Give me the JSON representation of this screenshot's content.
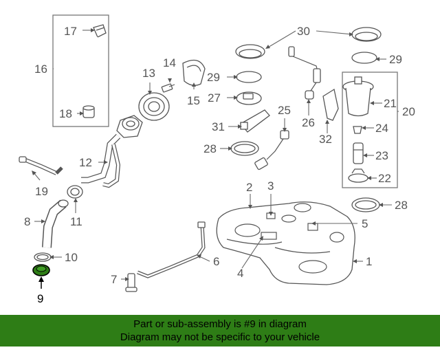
{
  "diagram": {
    "callouts": {
      "p1": "1",
      "p2": "2",
      "p3": "3",
      "p4": "4",
      "p5": "5",
      "p6": "6",
      "p7": "7",
      "p8": "8",
      "p9": "9",
      "p10": "10",
      "p11": "11",
      "p12": "12",
      "p13": "13",
      "p14": "14",
      "p15": "15",
      "p16": "16",
      "p17": "17",
      "p18": "18",
      "p19": "19",
      "p20": "20",
      "p21": "21",
      "p22": "22",
      "p23": "23",
      "p24": "24",
      "p25": "25",
      "p26": "26",
      "p27": "27",
      "p28a": "28",
      "p28b": "28",
      "p29a": "29",
      "p29b": "29",
      "p30": "30",
      "p31": "31",
      "p32": "32"
    },
    "highlighted_part": "9",
    "highlight_color": "#2e7d16"
  },
  "banner": {
    "line1": "Part or sub-assembly is #9 in diagram",
    "line2": "Diagram may not be specific to your vehicle",
    "background": "#2e7d16"
  }
}
